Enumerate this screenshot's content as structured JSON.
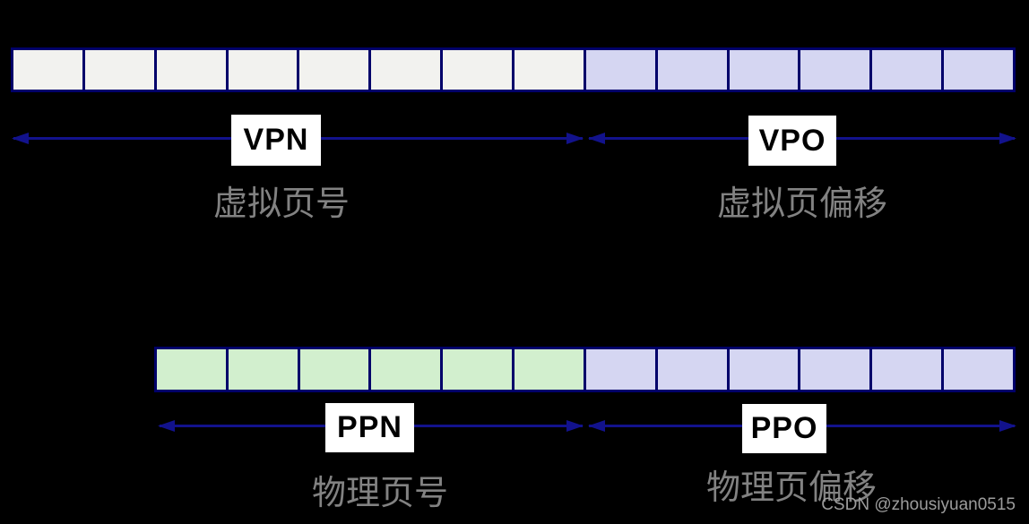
{
  "background": "#000000",
  "colors": {
    "background": "#000000",
    "cell_border": "#00006a",
    "arrow": "#12128c",
    "label_bg": "#ffffff",
    "label_text": "#000000",
    "caption_text": "#828282",
    "watermark_text": "#9c9c9c",
    "vpn_fill": "#f2f2ef",
    "offset_fill": "#d5d6f2",
    "ppn_fill": "#d2efce"
  },
  "virtual_address": {
    "segments": [
      {
        "name": "vpn",
        "cells": 8,
        "fill": "#f2f2ef"
      },
      {
        "name": "vpo",
        "cells": 6,
        "fill": "#d5d6f2"
      }
    ],
    "vpn_label": "VPN",
    "vpo_label": "VPO",
    "vpn_caption": "虚拟页号",
    "vpo_caption": "虚拟页偏移"
  },
  "physical_address": {
    "segments": [
      {
        "name": "ppn",
        "cells": 6,
        "fill": "#d2efce"
      },
      {
        "name": "ppo",
        "cells": 6,
        "fill": "#d5d6f2"
      }
    ],
    "ppn_label": "PPN",
    "ppo_label": "PPO",
    "ppn_caption": "物理页号",
    "ppo_caption": "物理页偏移"
  },
  "watermark": "CSDN @zhousiyuan0515"
}
